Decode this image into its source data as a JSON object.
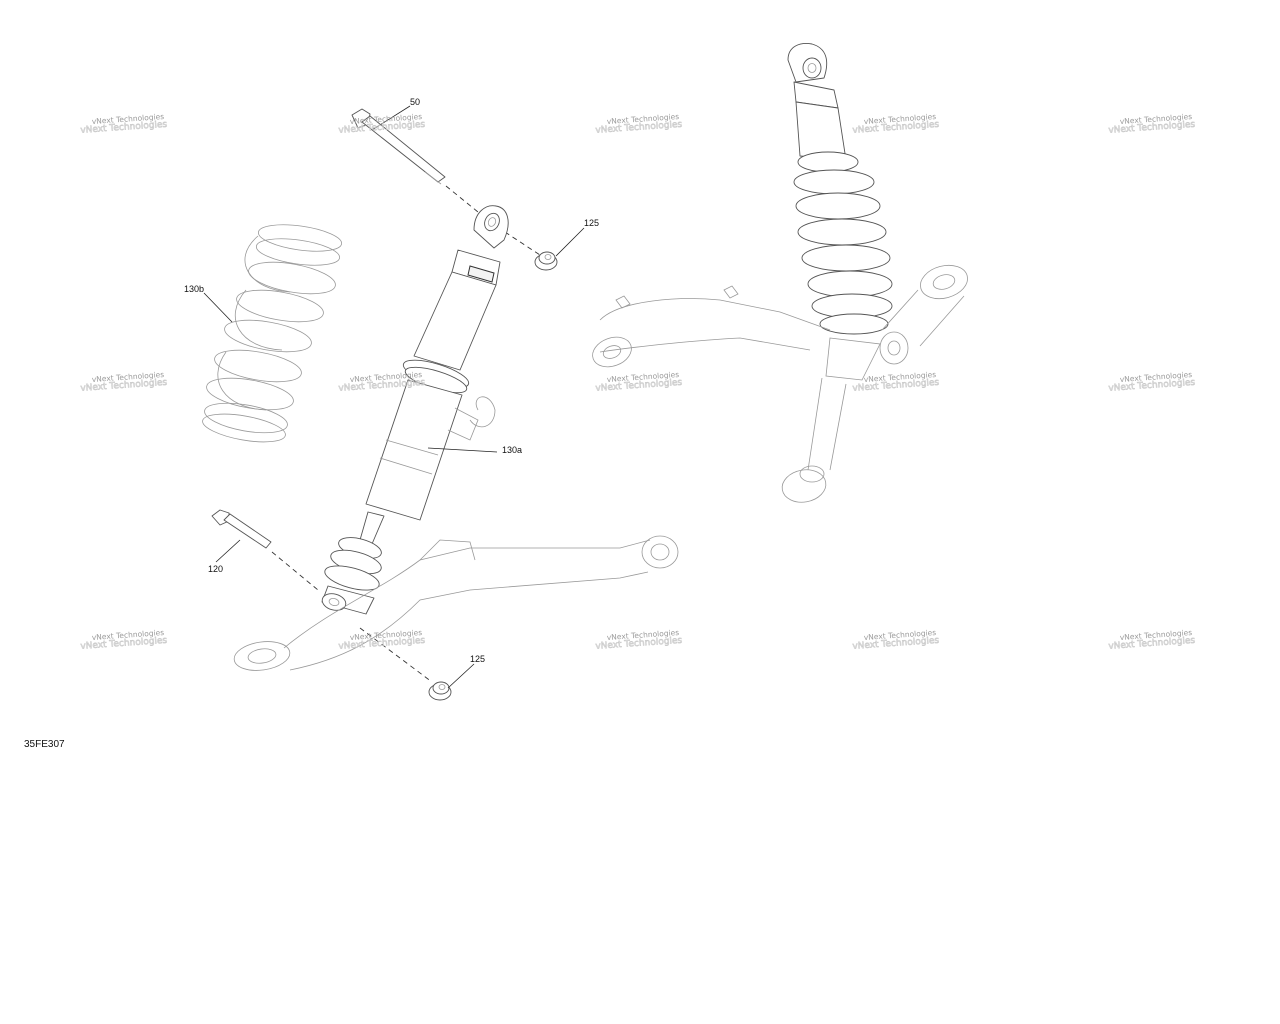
{
  "callouts": {
    "c50": "50",
    "c125_top": "125",
    "c130b": "130b",
    "c130a": "130a",
    "c120": "120",
    "c125_bottom": "125"
  },
  "diagram_code": "35FE307",
  "watermark": {
    "text": "vNext Technologies"
  },
  "colors": {
    "line": "#555555",
    "text": "#111111",
    "watermark": "#9a9a9a"
  }
}
